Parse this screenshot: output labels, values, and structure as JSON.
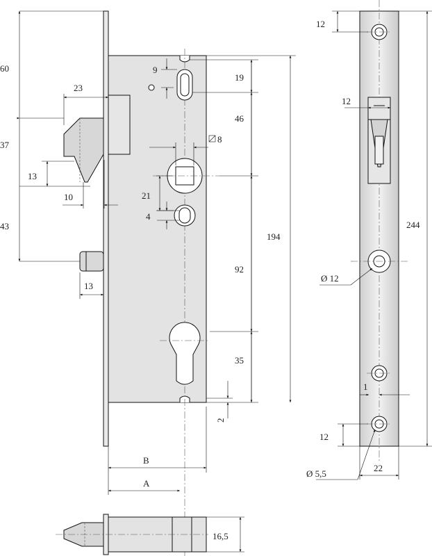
{
  "dimensions": {
    "d60": "60",
    "d37": "37",
    "d13_left": "13",
    "d43": "43",
    "d10": "10",
    "d13_bolt": "13",
    "d23": "23",
    "d9": "9",
    "d21": "21",
    "d4": "4",
    "d8": "8",
    "d19": "19",
    "d46": "46",
    "d92": "92",
    "d35": "35",
    "d2": "2",
    "d194": "194",
    "dB": "B",
    "dA": "A",
    "d16_5": "16,5",
    "d12_top": "12",
    "d12_latch": "12",
    "dia12": "Ø 12",
    "d244": "244",
    "d1": "1",
    "d12_bottom": "12",
    "dia5_5": "Ø 5,5",
    "d22": "22"
  },
  "colors": {
    "body_fill": "#e3e3e3",
    "faceplate_fill": "#e9e9e9",
    "stroke": "#111111"
  }
}
